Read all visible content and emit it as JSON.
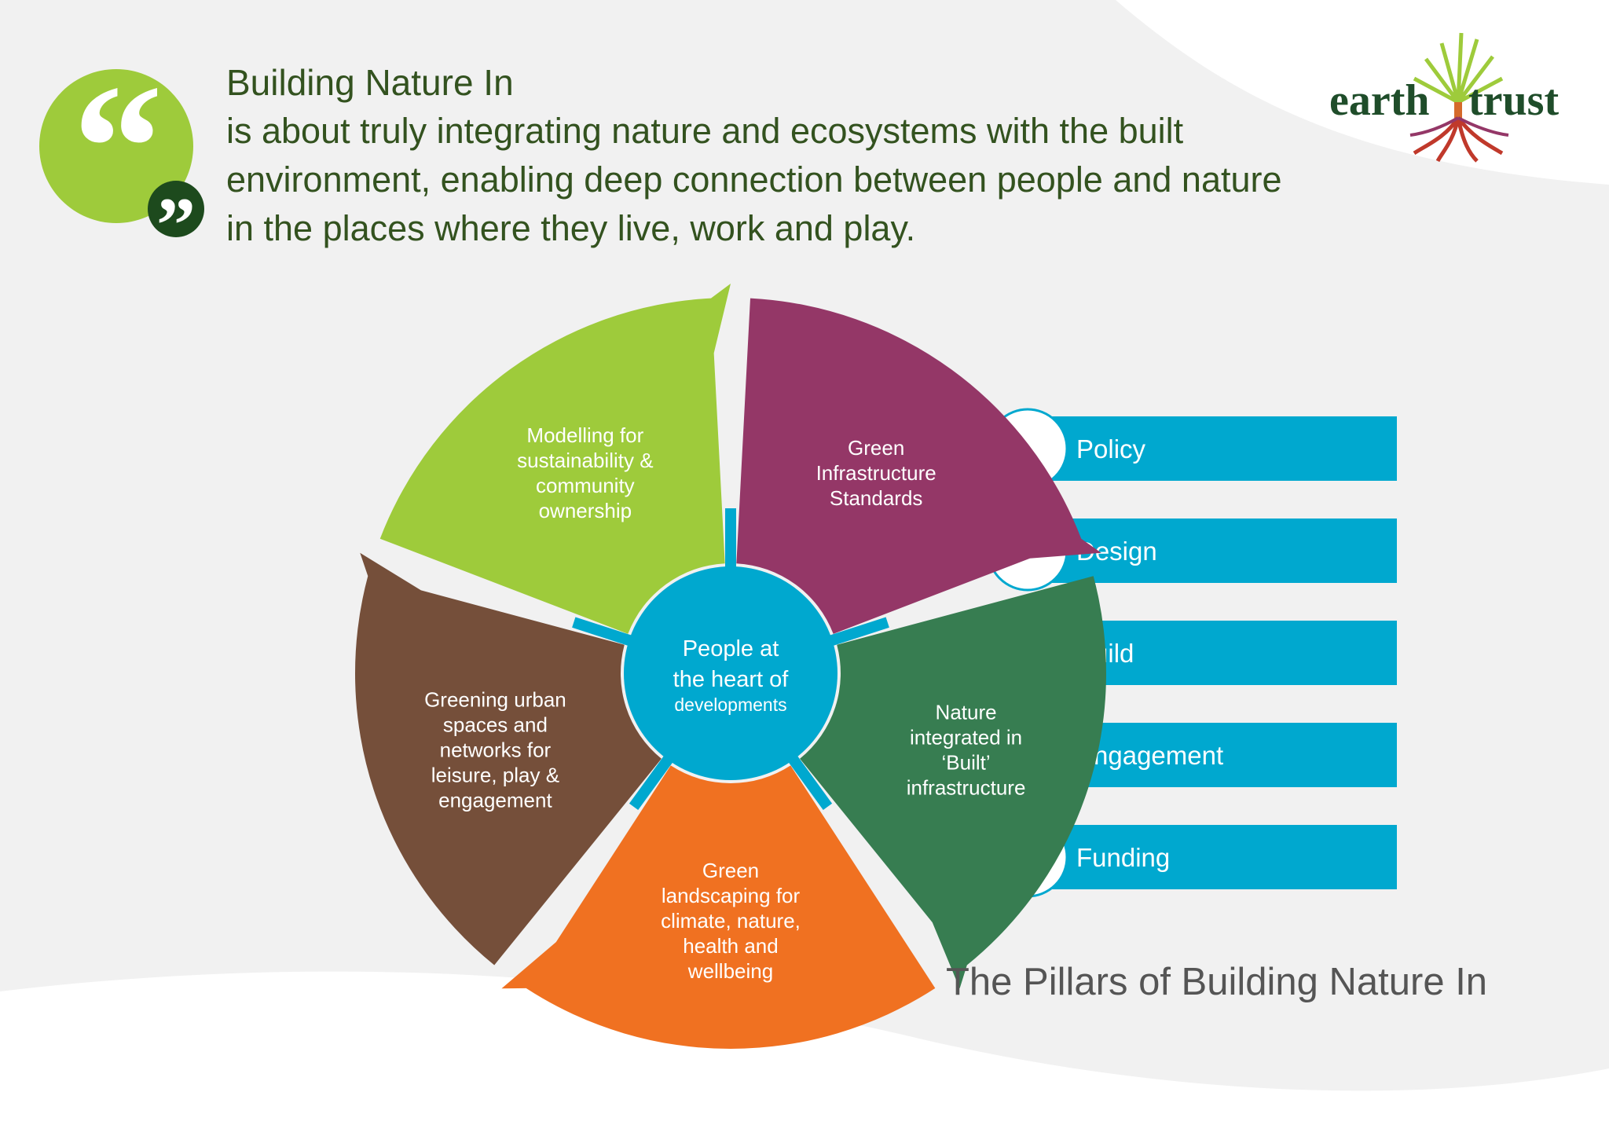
{
  "header": {
    "title": "Building Nature In",
    "body": "is about truly integrating nature and ecosystems with the built environment, enabling deep connection between people and nature in the places where they live, work and play.",
    "quote_open_glyph": "“",
    "quote_close_glyph": "”"
  },
  "logo": {
    "word_left": "earth",
    "word_right": "trust",
    "icon": "tree-roots-icon"
  },
  "diagram": {
    "center": {
      "line1": "People at",
      "line2": "the heart of",
      "line3": "developments"
    },
    "segments": [
      {
        "id": "modelling",
        "lines": [
          "Modelling for",
          "sustainability &",
          "community",
          "ownership"
        ],
        "color": "#9ecb3b"
      },
      {
        "id": "green-infra",
        "lines": [
          "Green",
          "Infrastructure",
          "Standards"
        ],
        "color": "#943767"
      },
      {
        "id": "nature-integrated",
        "lines": [
          "Nature",
          "integrated in",
          "‘Built’",
          "infrastructure"
        ],
        "color": "#377d51"
      },
      {
        "id": "green-landscaping",
        "lines": [
          "Green",
          "landscaping for",
          "climate, nature,",
          "health and",
          "wellbeing"
        ],
        "color": "#f07121"
      },
      {
        "id": "greening-urban",
        "lines": [
          "Greening urban",
          "spaces and",
          "networks for",
          "leisure, play &",
          "engagement"
        ],
        "color": "#754f3a"
      }
    ],
    "enablers": [
      "Policy",
      "Design",
      "Build",
      "Engagement",
      "Funding"
    ],
    "accent_color": "#00a8cf"
  },
  "caption": "The Pillars of Building Nature In"
}
